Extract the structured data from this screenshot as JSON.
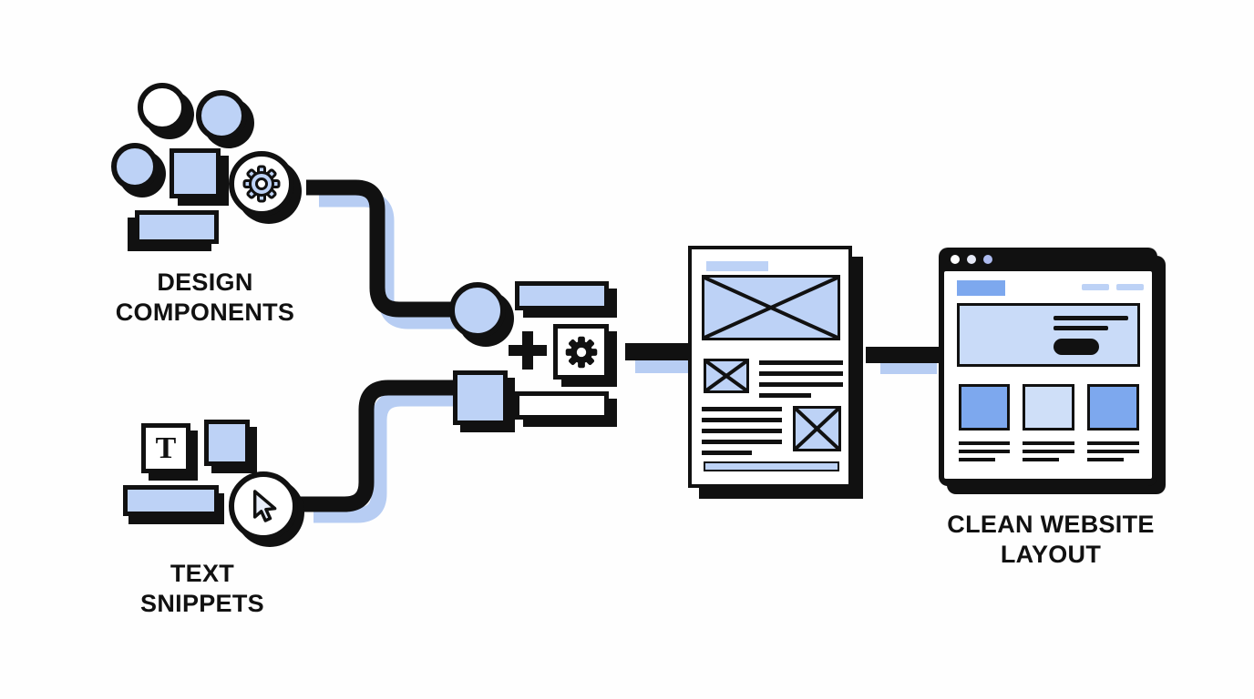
{
  "diagram": {
    "inputs": {
      "design_components": {
        "label_line1": "DESIGN",
        "label_line2": "COMPONENTS"
      },
      "text_snippets": {
        "label_line1": "TEXT",
        "label_line2": "SNIPPETS",
        "text_tool_glyph": "T"
      }
    },
    "merge": {
      "plus_sign": "+"
    },
    "output": {
      "label_line1": "CLEAN WEBSITE",
      "label_line2": "LAYOUT"
    }
  },
  "icons": {
    "design_gear": "gear-icon",
    "merge_gear": "gear-icon",
    "cursor": "cursor-arrow-icon",
    "text_tool": "text-tool-icon",
    "window_controls": "window-control-dots",
    "image_placeholder": "crossed-box-icon"
  },
  "colors": {
    "ink": "#111111",
    "blue_light": "#bdd2f6",
    "blue_lighter": "#cfdff8",
    "blue_medium": "#7da8ee",
    "shadow_blue": "#b7cdf3",
    "white": "#ffffff",
    "dot_1": "#ffffff",
    "dot_2": "#e6e9f6",
    "dot_3": "#aebcf0"
  }
}
